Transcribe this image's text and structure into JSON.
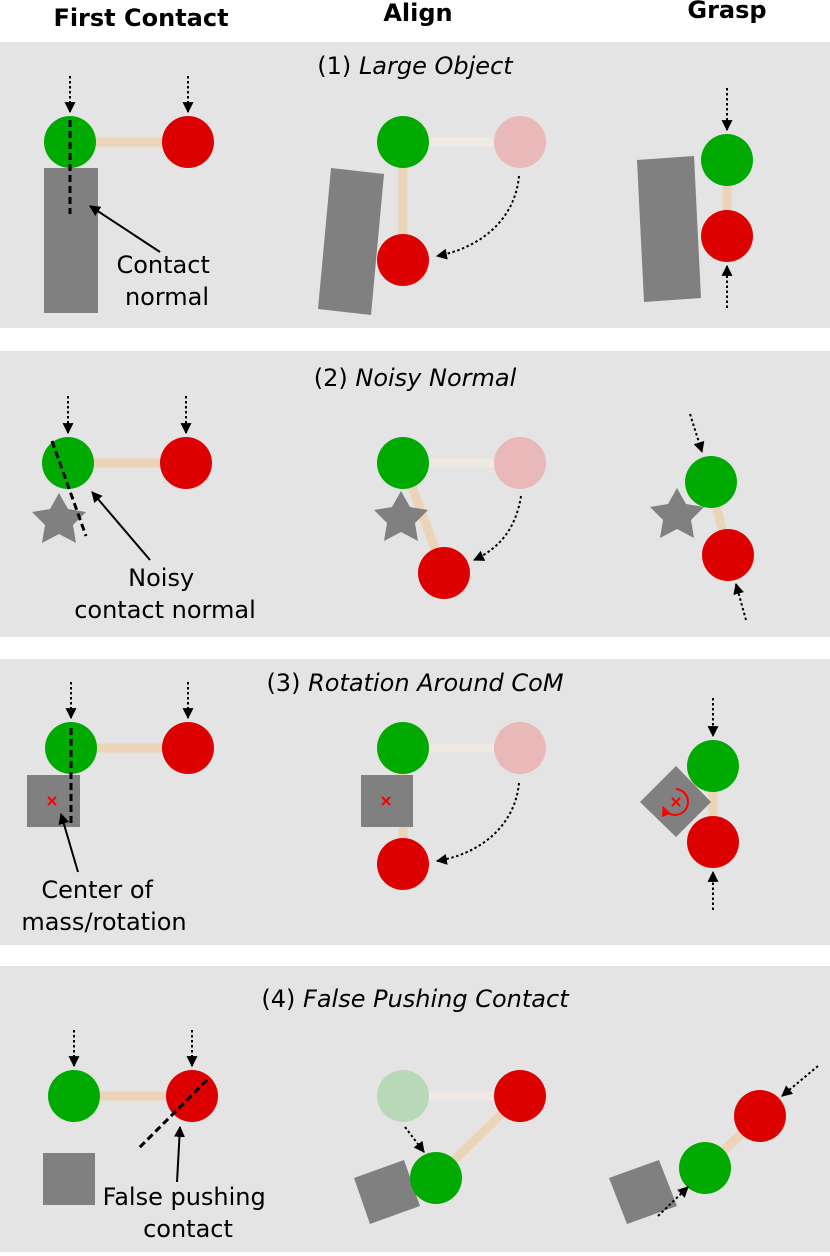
{
  "headers": {
    "col1": "First Contact",
    "col2": "Align",
    "col3": "Grasp"
  },
  "panels": [
    {
      "number": "(1)",
      "name": "Large Object",
      "annotation": [
        "Contact",
        "normal"
      ]
    },
    {
      "number": "(2)",
      "name": "Noisy Normal",
      "annotation": [
        "Noisy",
        "contact normal"
      ]
    },
    {
      "number": "(3)",
      "name": "Rotation Around CoM",
      "annotation": [
        "Center of",
        "mass/rotation"
      ]
    },
    {
      "number": "(4)",
      "name": "False Pushing Contact",
      "annotation": [
        "False pushing",
        "contact"
      ]
    }
  ],
  "colors": {
    "panel_bg": "#e4e4e4",
    "finger_green": "#00aa00",
    "finger_red": "#dd0000",
    "finger_red_faded": "#e9b8b8",
    "finger_green_faded": "#b7d9b7",
    "link": "#ecd4b8",
    "link_faded": "#eee9e4",
    "object": "#808080",
    "com_marker": "#ff0000"
  }
}
